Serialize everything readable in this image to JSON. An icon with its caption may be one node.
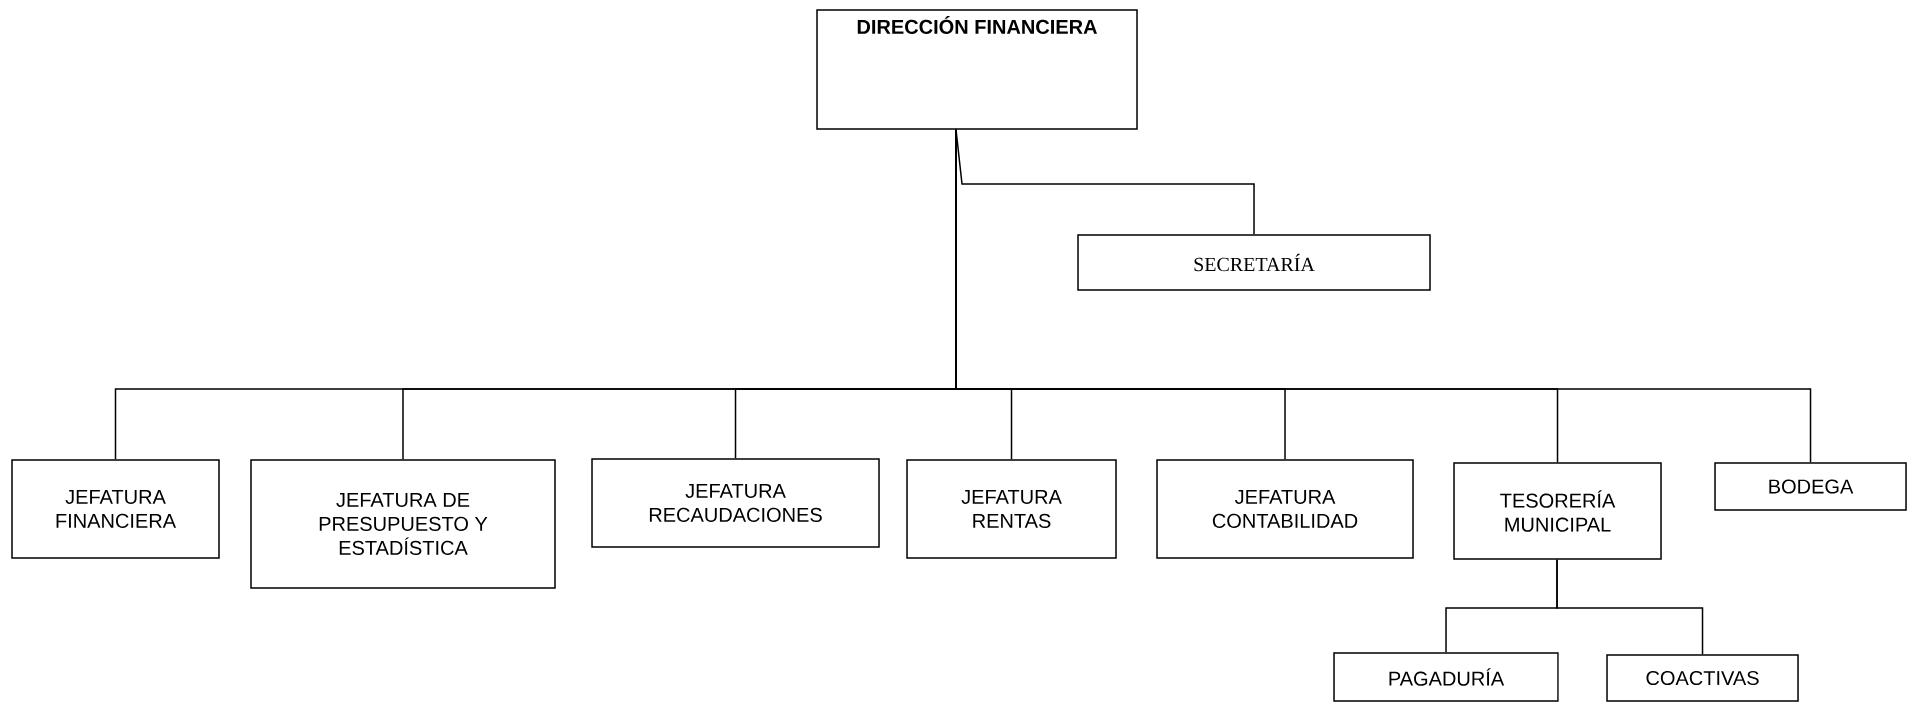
{
  "diagram": {
    "nodes": [
      {
        "text": [
          "DIRECCIÓN FINANCIERA"
        ]
      },
      {
        "text": [
          "SECRETARÍA"
        ]
      },
      {
        "text": [
          "JEFATURA FINANCIERA"
        ]
      },
      {
        "text": [
          "JEFATURA DE PRESUPUESTO Y ESTADÍSTICA"
        ]
      },
      {
        "text": [
          "JEFATURA RECAUDACIONES"
        ]
      },
      {
        "text": [
          "JEFATURA RENTAS"
        ]
      },
      {
        "text": [
          "JEFATURA CONTABILIDAD"
        ]
      },
      {
        "text": [
          "TESORERÍA MUNICIPAL"
        ]
      },
      {
        "text": [
          "BODEGA"
        ]
      },
      {
        "text": [
          "PAGADURÍA"
        ]
      },
      {
        "text": [
          "COACTIVAS"
        ]
      }
    ],
    "edges": [
      {
        "from": 0,
        "to": 1,
        "arrow": "none"
      },
      {
        "from": 0,
        "to": 2,
        "arrow": "none"
      },
      {
        "from": 0,
        "to": 3,
        "arrow": "none"
      },
      {
        "from": 0,
        "to": 4,
        "arrow": "none"
      },
      {
        "from": 0,
        "to": 5,
        "arrow": "none"
      },
      {
        "from": 0,
        "to": 6,
        "arrow": "none"
      },
      {
        "from": 0,
        "to": 7,
        "arrow": "none"
      },
      {
        "from": 0,
        "to": 8,
        "arrow": "none"
      },
      {
        "from": 7,
        "to": 9,
        "arrow": "none"
      },
      {
        "from": 7,
        "to": 10,
        "arrow": "none"
      }
    ]
  }
}
